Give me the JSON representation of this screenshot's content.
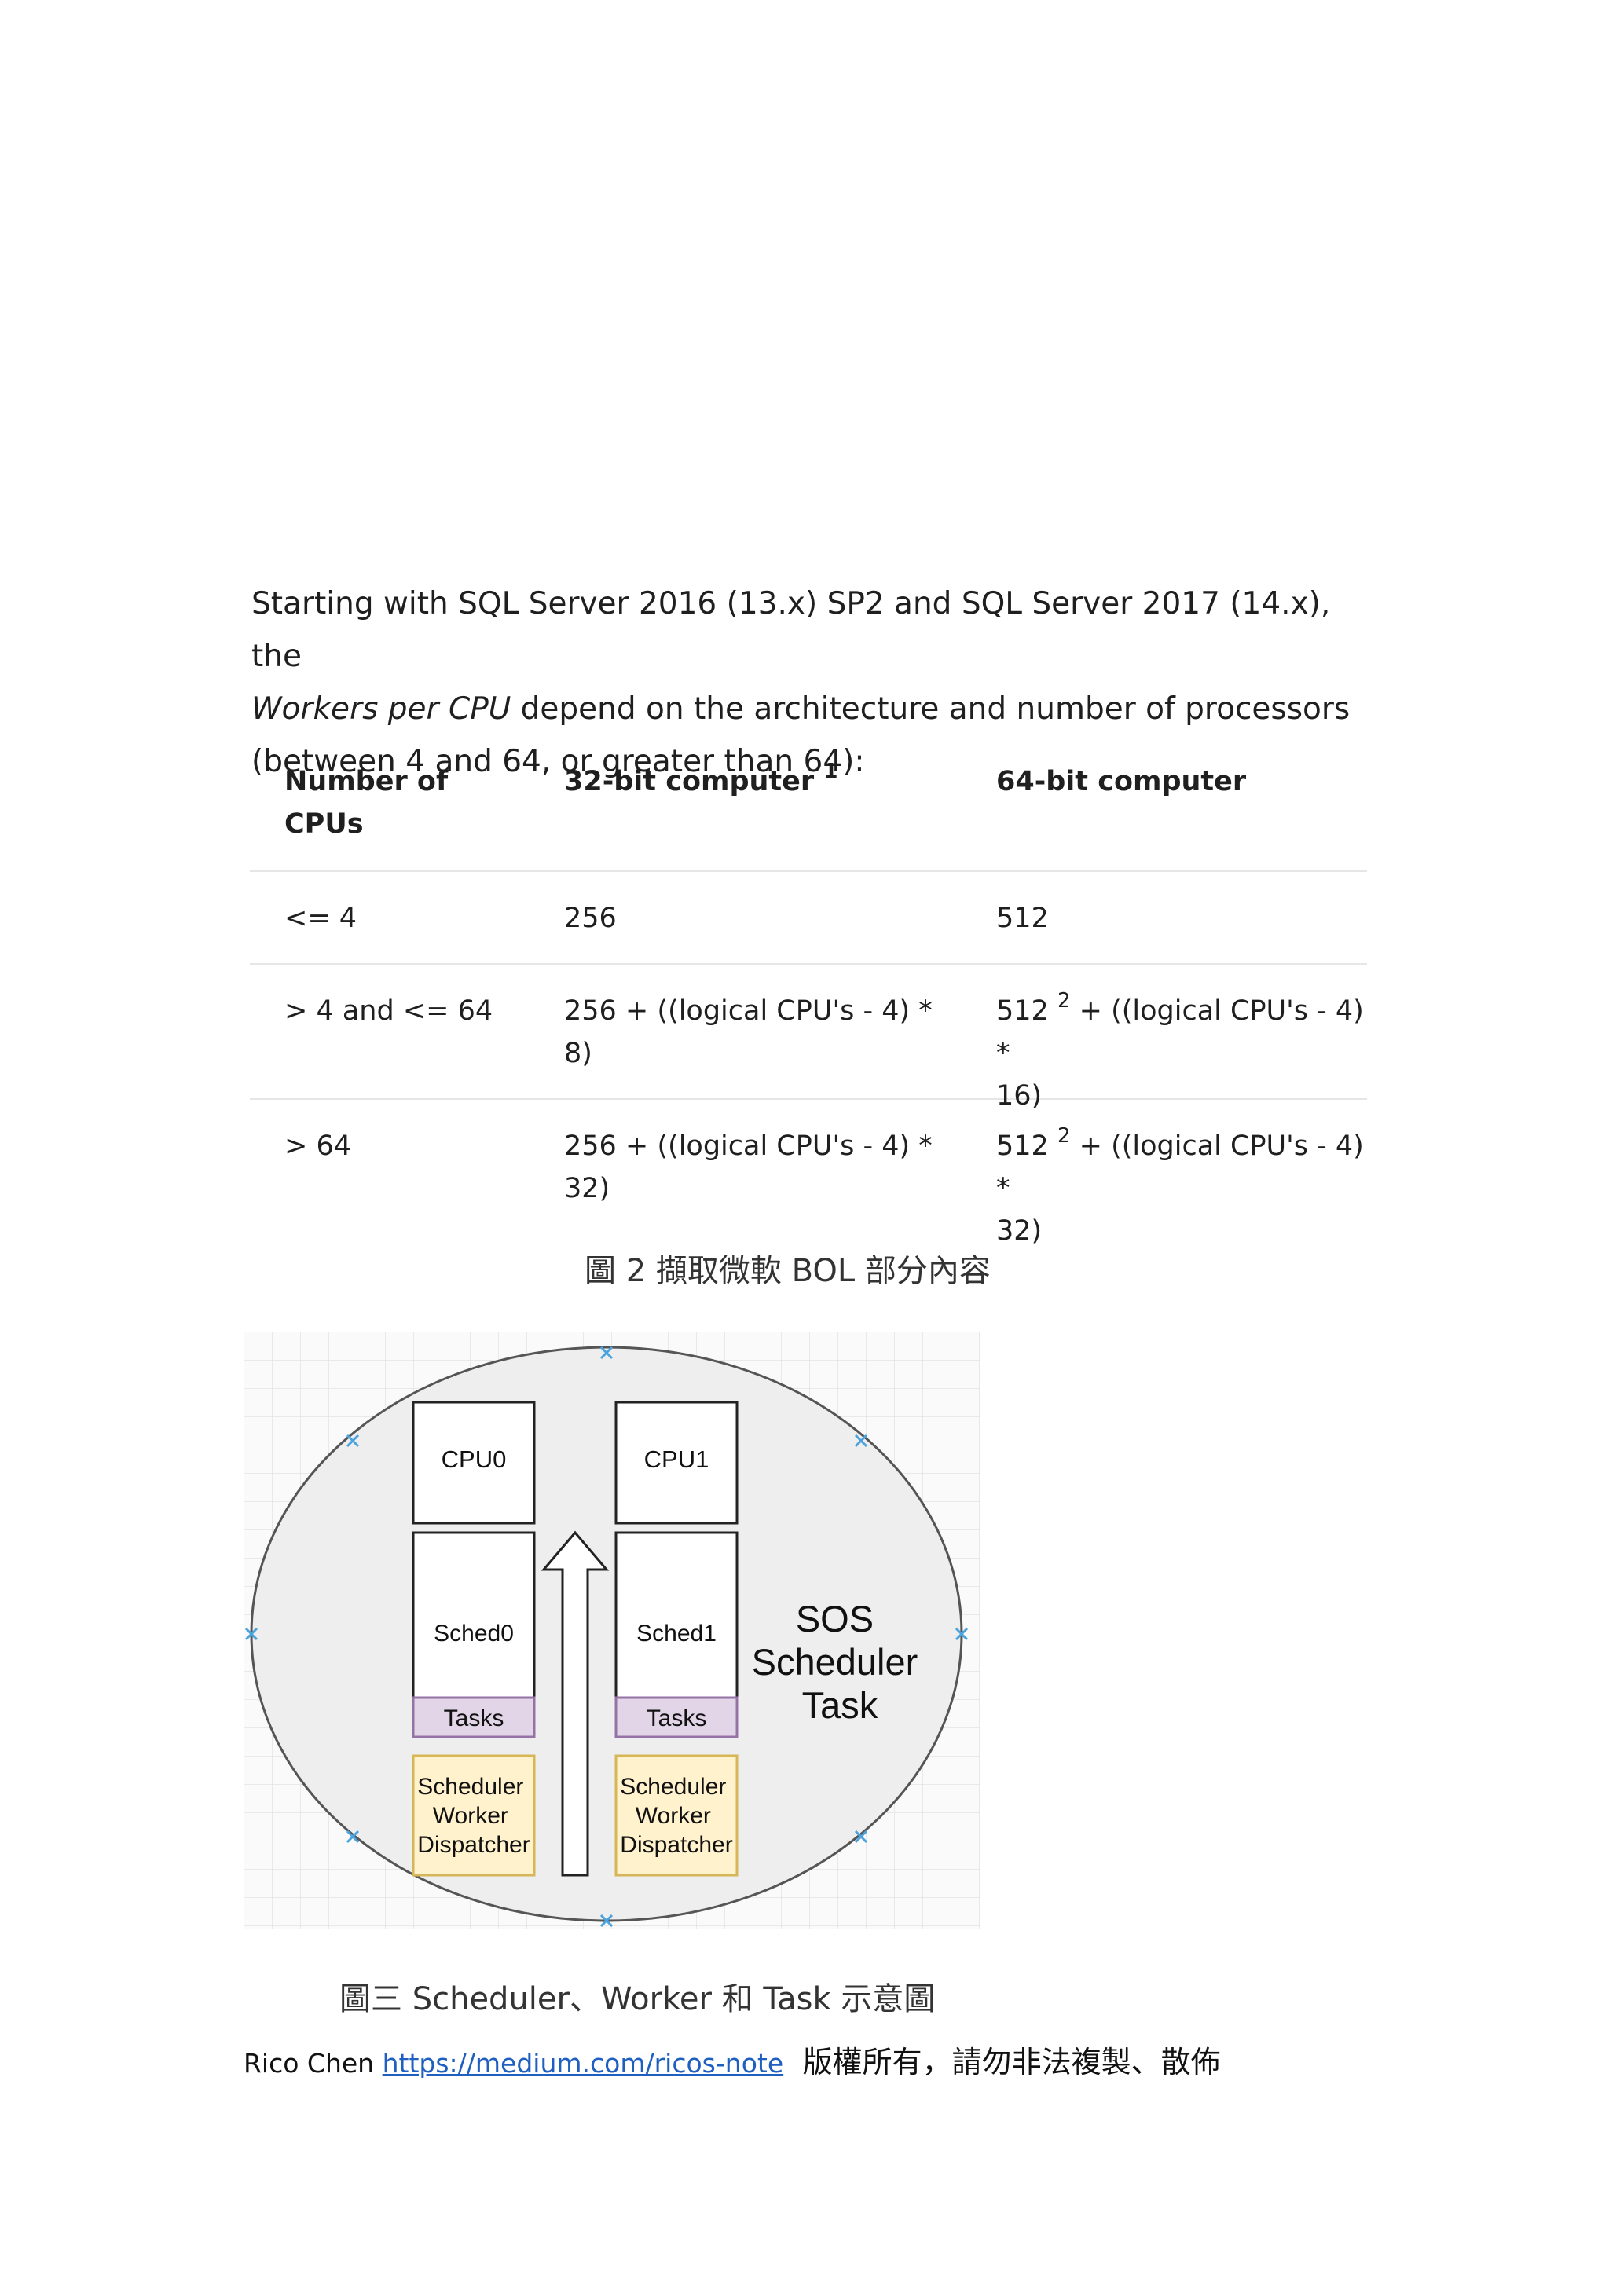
{
  "intro": {
    "line1": "Starting with SQL Server 2016 (13.x) SP2 and SQL Server 2017 (14.x), the",
    "line2_em": "Workers per CPU",
    "line2_rest": " depend on the architecture and number of processors",
    "line3": "(between 4 and 64, or greater than 64):"
  },
  "table": {
    "headers": {
      "col1_line1": "Number of",
      "col1_line2": "CPUs",
      "col2": "32-bit computer",
      "col2_sup": "1",
      "col3": "64-bit computer"
    },
    "rows": [
      {
        "c1": "<= 4",
        "c2_l1": "256",
        "c2_l2": "",
        "c3_base": "512",
        "c3_sup": "",
        "c3_l1": "",
        "c3_l2": ""
      },
      {
        "c1": "> 4 and <= 64",
        "c2_l1": "256 + ((logical CPU's - 4) *",
        "c2_l2": "8)",
        "c3_base": "512",
        "c3_sup": "2",
        "c3_l1": " + ((logical CPU's - 4) *",
        "c3_l2": "16)"
      },
      {
        "c1": "> 64",
        "c2_l1": "256 + ((logical CPU's - 4) *",
        "c2_l2": "32)",
        "c3_base": "512",
        "c3_sup": "2",
        "c3_l1": " + ((logical CPU's - 4) *",
        "c3_l2": "32)"
      }
    ]
  },
  "caption1": "圖 2  擷取微軟 BOL 部分內容",
  "diagram": {
    "cpu0": "CPU0",
    "cpu1": "CPU1",
    "sched0": "Sched0",
    "sched1": "Sched1",
    "tasks0": "Tasks",
    "tasks1": "Tasks",
    "swd0": [
      "Scheduler",
      "Worker",
      "Dispatcher"
    ],
    "swd1": [
      "Scheduler",
      "Worker",
      "Dispatcher"
    ],
    "sos": [
      "SOS",
      "Scheduler",
      "Task"
    ],
    "colors": {
      "tasks_fill": "#e1d5e7",
      "tasks_stroke": "#9673a6",
      "swd_fill": "#fff2cc",
      "swd_stroke": "#d6b656",
      "ellipse_fill": "#eeeeee",
      "handle": "#4aa3df"
    }
  },
  "caption2": "圖三  Scheduler、Worker 和 Task 示意圖",
  "footer": {
    "author": "Rico Chen",
    "link": "https://medium.com/ricos-note",
    "note": "版權所有，請勿非法複製、散佈"
  }
}
